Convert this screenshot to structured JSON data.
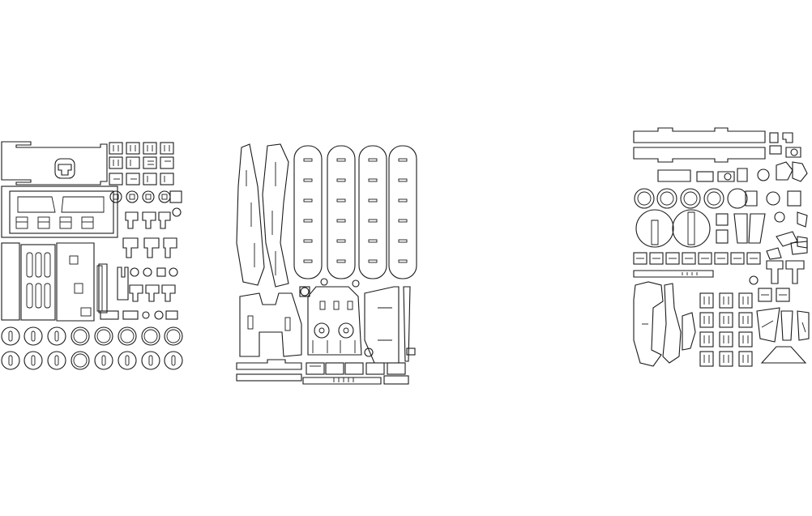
{
  "document": {
    "background": "#ffffff",
    "line_color": "#1a1a1a"
  },
  "sheets": [
    {
      "id": "sheet-left",
      "kind": "body-and-wheels"
    },
    {
      "id": "sheet-middle",
      "kind": "tracks-and-arms"
    },
    {
      "id": "sheet-right",
      "kind": "beams-and-joints"
    }
  ]
}
